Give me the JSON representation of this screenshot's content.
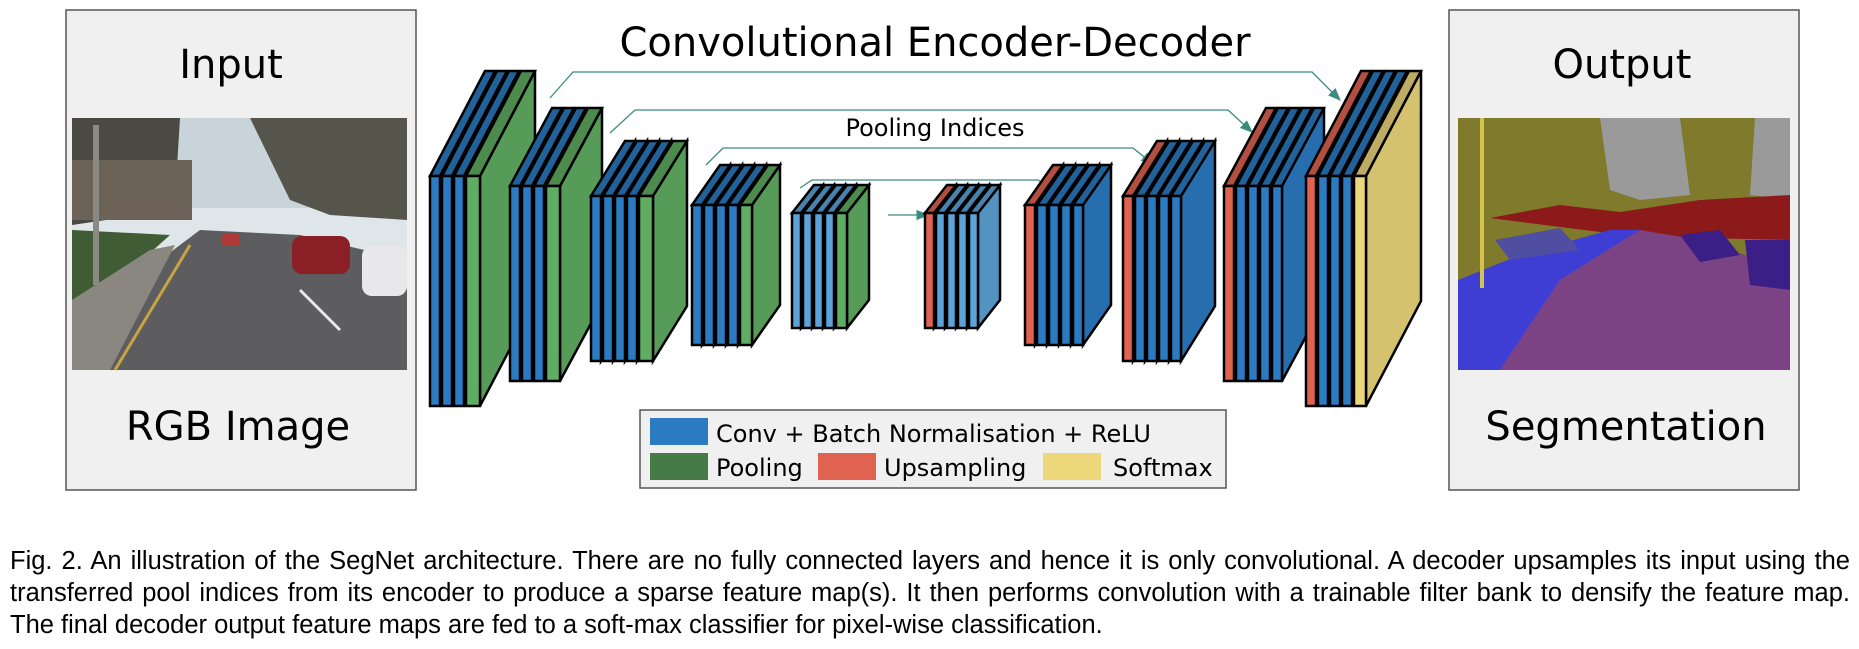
{
  "diagram": {
    "title": "Convolutional Encoder-Decoder",
    "skip_label": "Pooling Indices",
    "input_panel": {
      "title": "Input",
      "subtitle": "RGB Image"
    },
    "output_panel": {
      "title": "Output",
      "subtitle": "Segmentation"
    },
    "legend": [
      {
        "label": "Conv + Batch Normalisation + ReLU",
        "color": "#2b7ac2"
      },
      {
        "label": "Pooling",
        "color": "#467a47"
      },
      {
        "label": "Upsampling",
        "color": "#e06351"
      },
      {
        "label": "Softmax",
        "color": "#ecd77a"
      }
    ],
    "colors": {
      "conv": "#2b7ac2",
      "conv_light": "#5ba3d8",
      "pool": "#5fad62",
      "upsample": "#e06351",
      "softmax": "#ecd77a",
      "arrow": "#3a8c7c",
      "panel_bg": "#f0f0f0"
    }
  },
  "caption": "Fig. 2. An illustration of the SegNet architecture. There are no fully connected layers and hence it is only convolutional. A decoder upsamples its input using the transferred pool indices from its encoder to produce a sparse feature map(s). It then performs convolution with a trainable filter bank to densify the feature map. The final decoder output feature maps are fed to a soft-max classifier for pixel-wise classification."
}
